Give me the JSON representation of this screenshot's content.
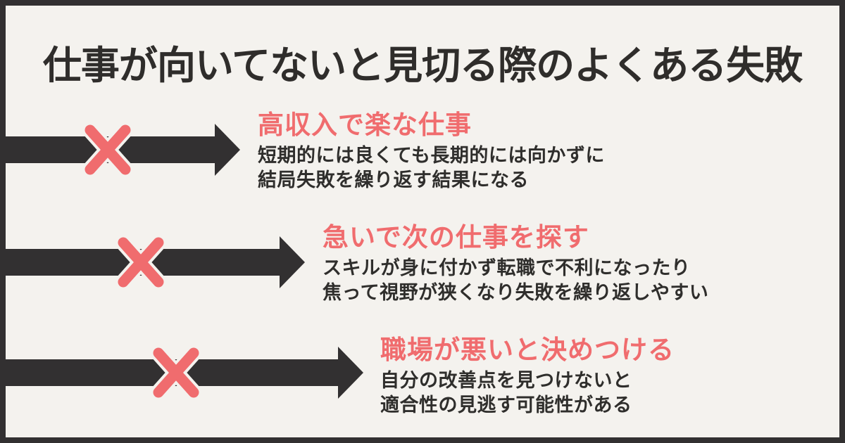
{
  "page": {
    "background_color": "#F4F2EE",
    "frame_color": "#323031",
    "accent_color": "#F06C6E",
    "text_color": "#2F2E2C"
  },
  "title": "仕事が向いてないと見切る際のよくある失敗",
  "items": [
    {
      "heading": "高収入で楽な仕事",
      "line1": "短期的には良くても長期的には向かずに",
      "line2": "結局失敗を繰り返す結果になる"
    },
    {
      "heading": "急いで次の仕事を探す",
      "line1": "スキルが身に付かず転職で不利になったり",
      "line2": "焦って視野が狭くなり失敗を繰り返しやすい"
    },
    {
      "heading": "職場が悪いと決めつける",
      "line1": "自分の改善点を見つけないと",
      "line2": "適合性の見逃す可能性がある"
    }
  ]
}
